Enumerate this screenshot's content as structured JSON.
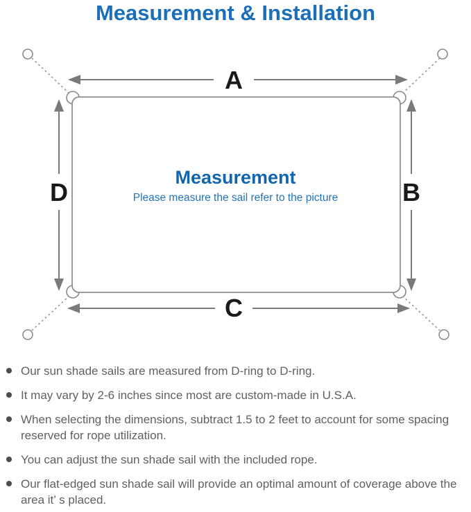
{
  "page": {
    "title": "Measurement & Installation"
  },
  "diagram": {
    "dimension_labels": {
      "top": "A",
      "right": "B",
      "bottom": "C",
      "left": "D"
    },
    "center": {
      "title": "Measurement",
      "subtitle": "Please measure the sail refer to the picture"
    }
  },
  "notes": {
    "items": [
      "Our sun shade sails are measured from D-ring to D-ring.",
      "It may vary by 2-6 inches since most are custom-made in U.S.A.",
      "When selecting the dimensions, subtract 1.5 to 2 feet to account for some spacing reserved for rope utilization.",
      "You can adjust the sun shade sail with the included rope.",
      "Our flat-edged sun shade sail will provide an optimal amount of coverage above the area it’ s placed."
    ]
  },
  "colors": {
    "title_blue": "#1b6fb9",
    "center_heading_blue": "#1166ad",
    "center_subtitle_blue": "#2273b8",
    "diagram_line_gray": "#8a8a8a",
    "arrow_gray": "#7a7a7a",
    "dimension_label_black": "#1a1a1a",
    "note_text_gray": "#606060"
  }
}
